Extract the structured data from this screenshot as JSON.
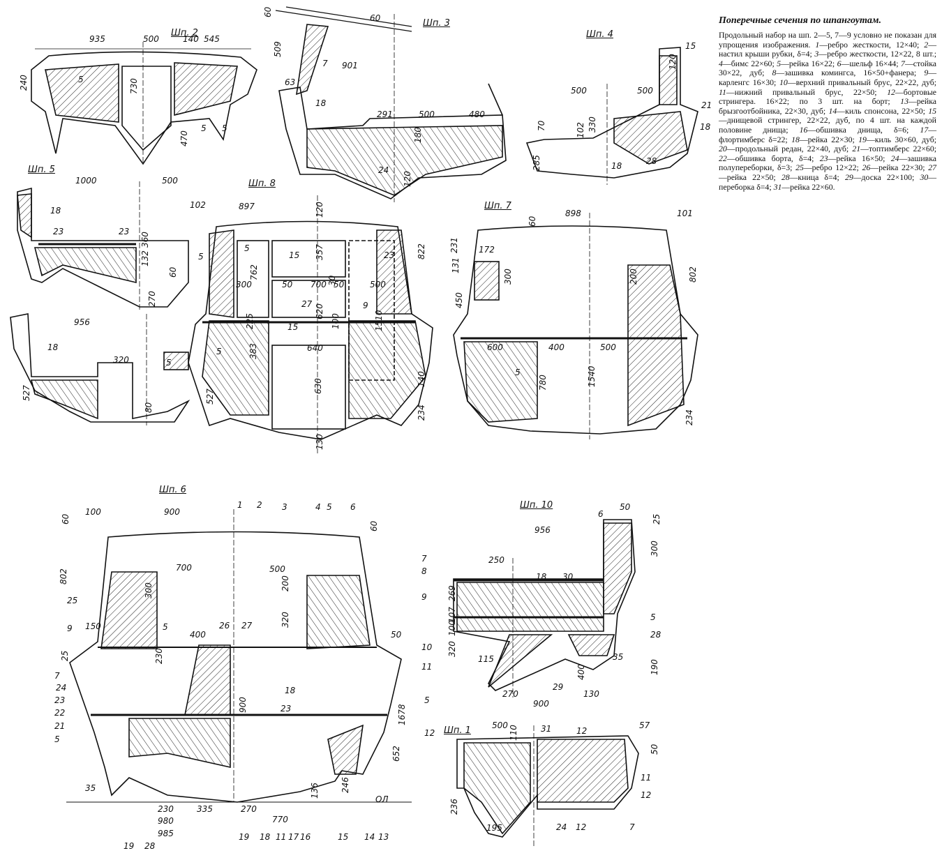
{
  "legend": {
    "title": "Поперечные сечения по шпангоутам.",
    "intro": "Продольный набор на шп. 2—5, 7—9 условно не показан для упрощения изображения.",
    "items": [
      {
        "num": "1",
        "text": "ребро жесткости, 12×40;"
      },
      {
        "num": "2",
        "text": "настил крыши рубки, δ=4;"
      },
      {
        "num": "3",
        "text": "ребро жесткости, 12×22, 8 шт.;"
      },
      {
        "num": "4",
        "text": "бимс 22×60;"
      },
      {
        "num": "5",
        "text": "рейка 16×22;"
      },
      {
        "num": "6",
        "text": "шельф 16×44;"
      },
      {
        "num": "7",
        "text": "стойка 30×22, дуб;"
      },
      {
        "num": "8",
        "text": "зашивка комингса, 16×50+фанера;"
      },
      {
        "num": "9",
        "text": "карленгс 16×30;"
      },
      {
        "num": "10",
        "text": "верхний привальный брус, 22×22, дуб;"
      },
      {
        "num": "11",
        "text": "нижний привальный брус, 22×50;"
      },
      {
        "num": "12",
        "text": "бортовые стрингера. 16×22; по 3 шт. на борт;"
      },
      {
        "num": "13",
        "text": "рейка брызгоотбойника, 22×30, дуб;"
      },
      {
        "num": "14",
        "text": "киль спонсона, 22×50;"
      },
      {
        "num": "15",
        "text": "днищевой стрингер, 22×22, дуб, по 4 шт. на каждой половине днища;"
      },
      {
        "num": "16",
        "text": "обшивка днища, δ=6;"
      },
      {
        "num": "17",
        "text": "флортимберс δ=22;"
      },
      {
        "num": "18",
        "text": "рейка 22×30;"
      },
      {
        "num": "19",
        "text": "киль 30×60, дуб;"
      },
      {
        "num": "20",
        "text": "продольный редан, 22×40, дуб;"
      },
      {
        "num": "21",
        "text": "топтимберс 22×60;"
      },
      {
        "num": "22",
        "text": "обшивка борта, δ=4;"
      },
      {
        "num": "23",
        "text": "рейка 16×50;"
      },
      {
        "num": "24",
        "text": "зашивка полупереборки, δ=3;"
      },
      {
        "num": "25",
        "text": "ребро 12×22;"
      },
      {
        "num": "26",
        "text": "рейка 22×30;"
      },
      {
        "num": "27",
        "text": "рейка 22×50;"
      },
      {
        "num": "28",
        "text": "кница δ=4;"
      },
      {
        "num": "29",
        "text": "доска 22×100;"
      },
      {
        "num": "30",
        "text": "переборка δ=4;"
      },
      {
        "num": "31",
        "text": "рейка 22×60."
      }
    ]
  },
  "sections": [
    {
      "label": "Шп. 2",
      "dims": [
        "935",
        "500",
        "140",
        "545",
        "240",
        "730",
        "470",
        "5",
        "5",
        "5"
      ]
    },
    {
      "label": "Шп. 3",
      "dims": [
        "60",
        "60",
        "509",
        "7",
        "63",
        "901",
        "18",
        "291",
        "500",
        "480",
        "24",
        "180",
        "120"
      ]
    },
    {
      "label": "Шп. 4",
      "dims": [
        "15",
        "120",
        "500",
        "500",
        "21",
        "18",
        "70",
        "102",
        "330",
        "285",
        "18",
        "28"
      ]
    },
    {
      "label": "Шп. 5",
      "dims": [
        "1000",
        "500",
        "18",
        "23",
        "23",
        "360",
        "132",
        "60",
        "5",
        "102",
        "270"
      ]
    },
    {
      "label": "Шп. 8",
      "dims": [
        "897",
        "120",
        "5",
        "762",
        "15",
        "357",
        "30",
        "23",
        "822",
        "300",
        "50",
        "700",
        "50",
        "500",
        "27",
        "620",
        "9",
        "100",
        "1510",
        "15",
        "225",
        "5",
        "383",
        "640",
        "630",
        "140",
        "527",
        "234",
        "130"
      ]
    },
    {
      "label": "Шп. 7",
      "dims": [
        "898",
        "101",
        "60",
        "231",
        "172",
        "131",
        "300",
        "450",
        "200",
        "802",
        "600",
        "400",
        "500",
        "1540",
        "780",
        "5",
        "234"
      ]
    },
    {
      "label": "",
      "dims": [
        "956",
        "18",
        "320",
        "5",
        "527",
        "80"
      ]
    },
    {
      "label": "Шп. 6",
      "dims": [
        "60",
        "100",
        "900",
        "1",
        "2",
        "3",
        "4",
        "5",
        "6",
        "60",
        "7",
        "8",
        "802",
        "700",
        "500",
        "300",
        "200",
        "25",
        "9",
        "150",
        "25",
        "5",
        "400",
        "26",
        "27",
        "320",
        "9",
        "50",
        "10",
        "11",
        "230",
        "7",
        "24",
        "23",
        "22",
        "21",
        "5",
        "900",
        "18",
        "23",
        "5",
        "1678",
        "12",
        "652",
        "35",
        "136",
        "246",
        "ОЛ",
        "230",
        "335",
        "270",
        "770",
        "980",
        "985",
        "19",
        "28",
        "19",
        "18",
        "11",
        "17",
        "16",
        "15",
        "14",
        "13"
      ]
    },
    {
      "label": "Шп. 10",
      "dims": [
        "50",
        "6",
        "25",
        "956",
        "300",
        "250",
        "18",
        "30",
        "269",
        "107",
        "5",
        "100",
        "28",
        "320",
        "115",
        "35",
        "190",
        "400",
        "29",
        "270",
        "130",
        "900"
      ]
    },
    {
      "label": "Шп. 1",
      "dims": [
        "500",
        "31",
        "12",
        "57",
        "110",
        "50",
        "11",
        "12",
        "236",
        "7",
        "24",
        "12",
        "195"
      ]
    }
  ]
}
